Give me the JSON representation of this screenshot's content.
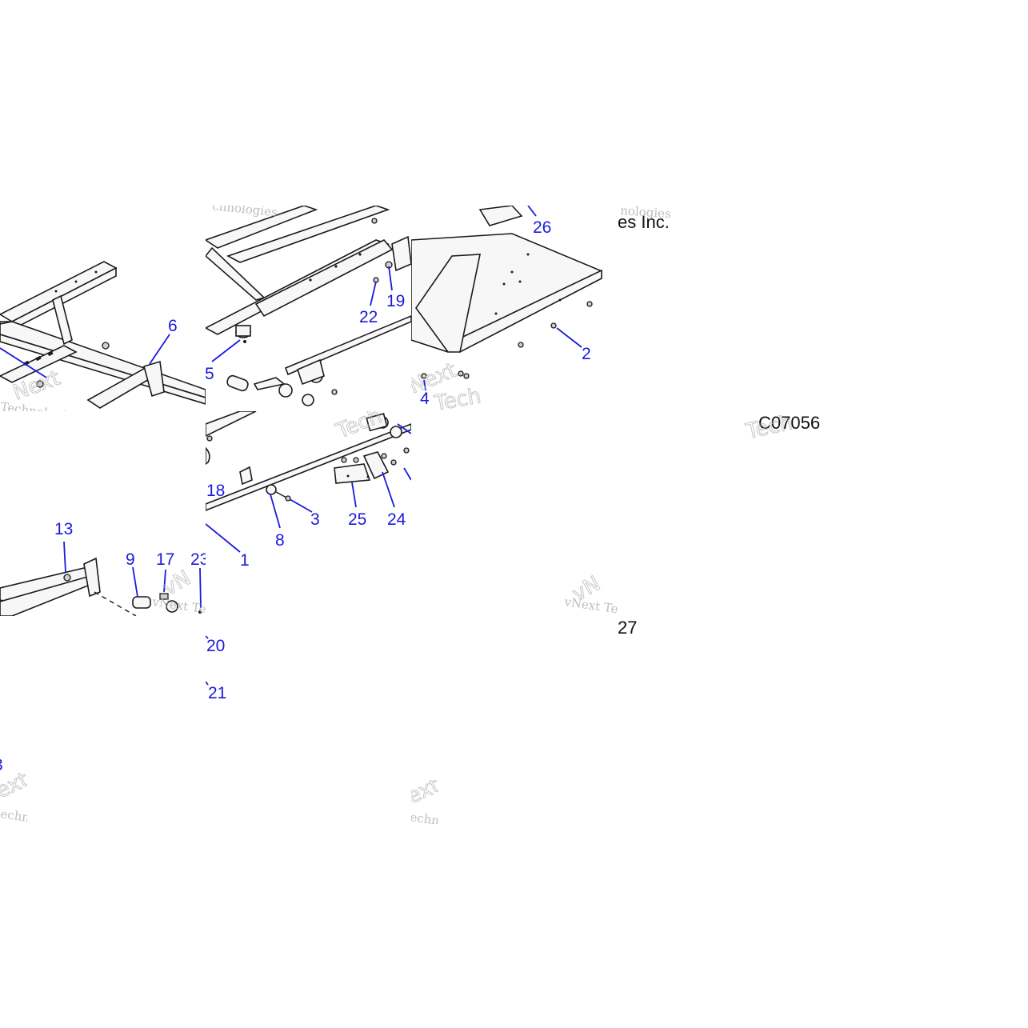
{
  "diagram": {
    "reference_code": "C07056",
    "callouts": [
      "1",
      "2",
      "3",
      "4",
      "5",
      "6",
      "8",
      "9",
      "13",
      "17",
      "18",
      "19",
      "20",
      "21",
      "22",
      "23",
      "24",
      "25",
      "26",
      "27"
    ],
    "partial_callout_3": "3",
    "watermarks": {
      "company_fragment": "es Inc.",
      "technologies": "Technologies",
      "technologies_short": "chnologies",
      "vnext_te": "vNext Te",
      "tech": "Tech",
      "next": "Next",
      "vn": "vN",
      "nologies": "nologies",
      "echno": "echno",
      "ext": "ext"
    }
  }
}
